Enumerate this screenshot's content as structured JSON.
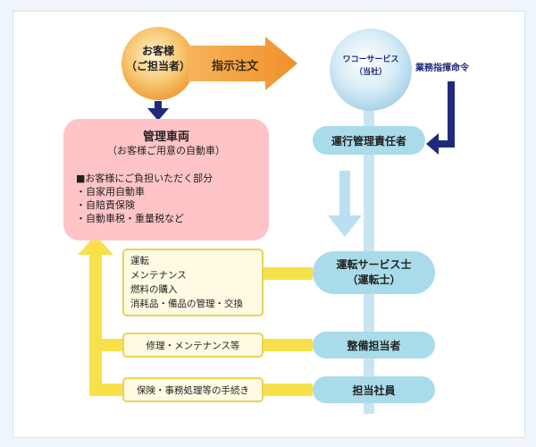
{
  "customer": {
    "line1": "お客様",
    "line2": "（ご担当者）"
  },
  "order_label": "指示注文",
  "company": {
    "line1": "ワコーサービス",
    "line2": "（当社）"
  },
  "command_label": "業務指揮命令",
  "vehicle_box": {
    "title": "管理車両",
    "subtitle": "（お客様ご用意の自動車）",
    "burden_heading": "■お客様にご負担いただく部分",
    "burden_items": [
      "・自家用自動車",
      "・自賠責保険",
      "・自動車税・重量税など"
    ]
  },
  "operations_manager": "運行管理責任者",
  "driver": {
    "line1": "運転サービス士",
    "line2": "（運転士）"
  },
  "driver_tasks": [
    "運転",
    "メンテナンス",
    "燃料の購入",
    "消耗品・備品の管理・交換"
  ],
  "maintenance_staff": "整備担当者",
  "maintenance_task": "修理・メンテナンス等",
  "account_staff": "担当社員",
  "account_task": "保険・事務処理等の手続き",
  "colors": {
    "customer_circle": "#f6c36b",
    "orange_arrow": "#f5a040",
    "company_circle": "#cfe6f1",
    "navy_arrow": "#1f2b7a",
    "vehicle_box": "#ffc4c8",
    "pill": "#a9dbeb",
    "yellow_connector": "#f7e14b",
    "task_box": "#fffbe3",
    "task_border": "#e8d457",
    "light_arrow": "#b9dff0"
  }
}
